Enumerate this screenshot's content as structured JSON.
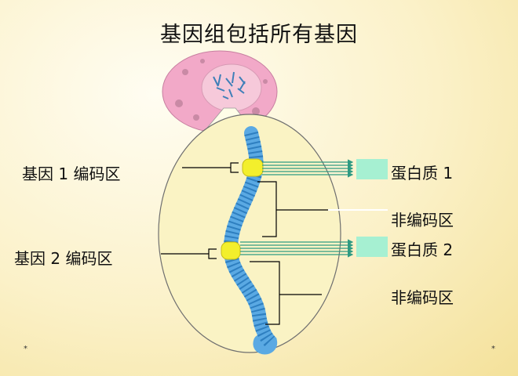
{
  "title": "基因组包括所有基因",
  "labels": {
    "gene1": "基因 1 编码区",
    "gene2": "基因 2 编码区",
    "protein1": "蛋白质 1",
    "protein2": "蛋白质 2",
    "noncoding1": "非编码区",
    "noncoding2": "非编码区"
  },
  "footer": {
    "left_mark": "*",
    "right_mark": "*"
  },
  "colors": {
    "cell": "#f2a9c8",
    "nucleus": "#f6c9da",
    "oval": "#faf3c4",
    "dna": "#5aa9e3",
    "coding": "#f3ef2c",
    "protein": "#a6f0d2",
    "arrow": "#2f9a82"
  }
}
